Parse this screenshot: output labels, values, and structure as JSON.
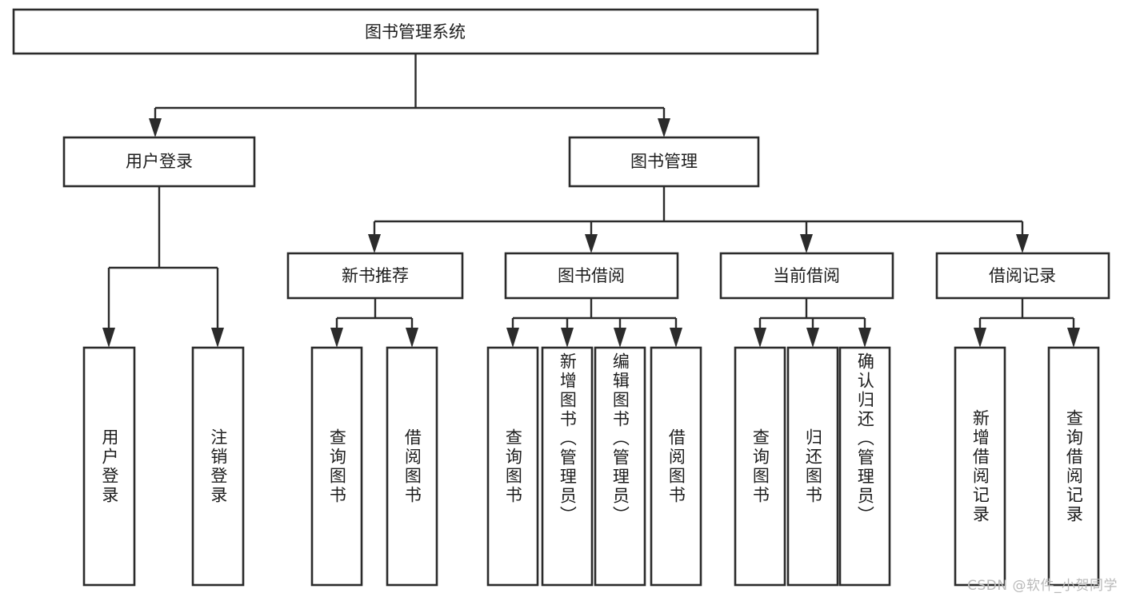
{
  "diagram": {
    "type": "tree",
    "title": "图书管理系统",
    "watermark": "CSDN @软件_小贺同学",
    "colors": {
      "box_stroke": "#2b2b2b",
      "box_fill": "#ffffff",
      "text": "#1d1d1d",
      "background": "#ffffff",
      "watermark": "#b9b9b9"
    },
    "levels": {
      "root": "图书管理系统",
      "level2": [
        "用户登录",
        "图书管理"
      ],
      "level3": [
        "新书推荐",
        "图书借阅",
        "当前借阅",
        "借阅记录"
      ]
    },
    "nodes": {
      "root": {
        "label": "图书管理系统",
        "orientation": "horizontal"
      },
      "user_login": {
        "label": "用户登录",
        "orientation": "horizontal"
      },
      "book_manage": {
        "label": "图书管理",
        "orientation": "horizontal"
      },
      "new_book_rec": {
        "label": "新书推荐",
        "orientation": "horizontal"
      },
      "book_borrow": {
        "label": "图书借阅",
        "orientation": "horizontal"
      },
      "current_borrow": {
        "label": "当前借阅",
        "orientation": "horizontal"
      },
      "borrow_record": {
        "label": "借阅记录",
        "orientation": "horizontal"
      },
      "leaf_1": {
        "label": "用户登录",
        "orientation": "vertical"
      },
      "leaf_2": {
        "label": "注销登录",
        "orientation": "vertical"
      },
      "leaf_3": {
        "label": "查询图书",
        "orientation": "vertical"
      },
      "leaf_4": {
        "label": "借阅图书",
        "orientation": "vertical"
      },
      "leaf_5": {
        "label": "查询图书",
        "orientation": "vertical"
      },
      "leaf_6": {
        "label": "新增图书（管理员）",
        "orientation": "vertical"
      },
      "leaf_7": {
        "label": "编辑图书（管理员）",
        "orientation": "vertical"
      },
      "leaf_8": {
        "label": "借阅图书",
        "orientation": "vertical"
      },
      "leaf_9": {
        "label": "查询图书",
        "orientation": "vertical"
      },
      "leaf_10": {
        "label": "归还图书",
        "orientation": "vertical"
      },
      "leaf_11": {
        "label": "确认归还（管理员）",
        "orientation": "vertical"
      },
      "leaf_12": {
        "label": "新增借阅记录",
        "orientation": "vertical"
      },
      "leaf_13": {
        "label": "查询借阅记录",
        "orientation": "vertical"
      }
    },
    "edges": [
      {
        "from": "root",
        "to": "user_login"
      },
      {
        "from": "root",
        "to": "book_manage"
      },
      {
        "from": "user_login",
        "to": "leaf_1"
      },
      {
        "from": "user_login",
        "to": "leaf_2"
      },
      {
        "from": "book_manage",
        "to": "new_book_rec"
      },
      {
        "from": "book_manage",
        "to": "book_borrow"
      },
      {
        "from": "book_manage",
        "to": "current_borrow"
      },
      {
        "from": "book_manage",
        "to": "borrow_record"
      },
      {
        "from": "new_book_rec",
        "to": "leaf_3"
      },
      {
        "from": "new_book_rec",
        "to": "leaf_4"
      },
      {
        "from": "book_borrow",
        "to": "leaf_5"
      },
      {
        "from": "book_borrow",
        "to": "leaf_6"
      },
      {
        "from": "book_borrow",
        "to": "leaf_7"
      },
      {
        "from": "book_borrow",
        "to": "leaf_8"
      },
      {
        "from": "current_borrow",
        "to": "leaf_9"
      },
      {
        "from": "current_borrow",
        "to": "leaf_10"
      },
      {
        "from": "current_borrow",
        "to": "leaf_11"
      },
      {
        "from": "borrow_record",
        "to": "leaf_12"
      },
      {
        "from": "borrow_record",
        "to": "leaf_13"
      }
    ]
  }
}
